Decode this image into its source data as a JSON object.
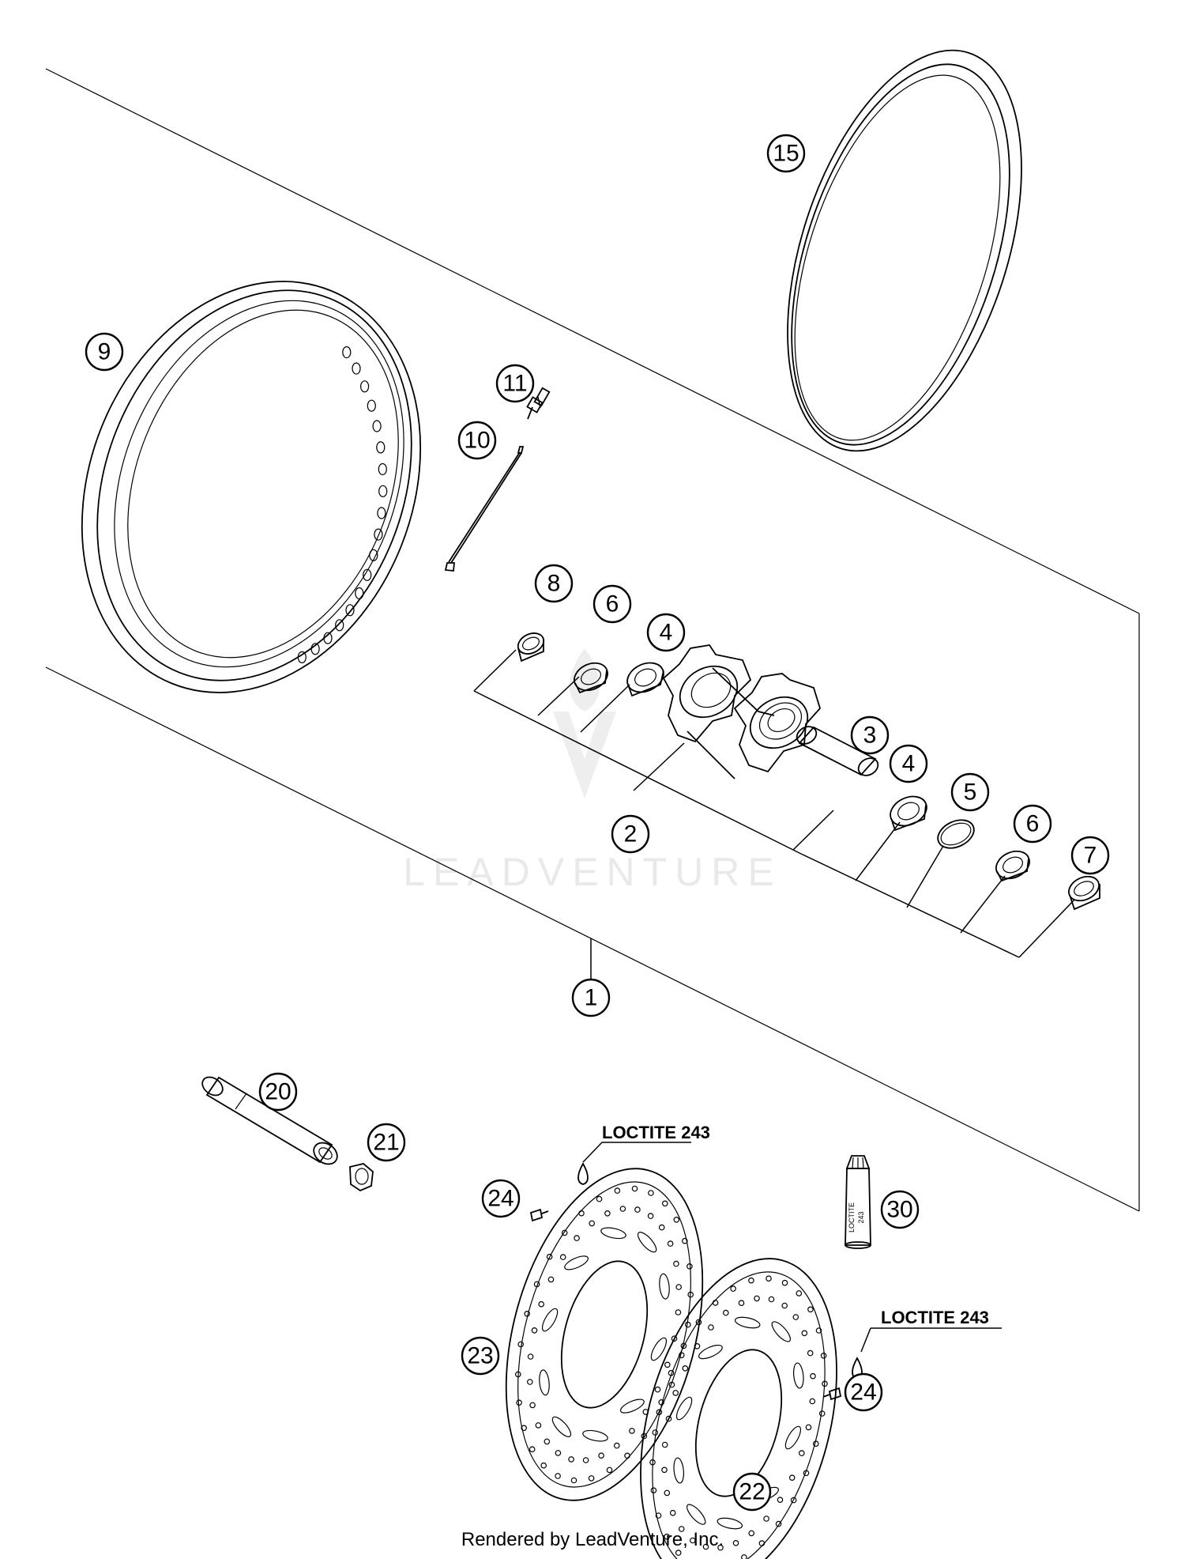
{
  "callouts": [
    {
      "id": "c1",
      "label": "1"
    },
    {
      "id": "c2",
      "label": "2"
    },
    {
      "id": "c3",
      "label": "3"
    },
    {
      "id": "c4a",
      "label": "4"
    },
    {
      "id": "c4b",
      "label": "4"
    },
    {
      "id": "c5",
      "label": "5"
    },
    {
      "id": "c6a",
      "label": "6"
    },
    {
      "id": "c6b",
      "label": "6"
    },
    {
      "id": "c7",
      "label": "7"
    },
    {
      "id": "c8",
      "label": "8"
    },
    {
      "id": "c9",
      "label": "9"
    },
    {
      "id": "c10",
      "label": "10"
    },
    {
      "id": "c11",
      "label": "11"
    },
    {
      "id": "c15",
      "label": "15"
    },
    {
      "id": "c20",
      "label": "20"
    },
    {
      "id": "c21",
      "label": "21"
    },
    {
      "id": "c22",
      "label": "22"
    },
    {
      "id": "c23",
      "label": "23"
    },
    {
      "id": "c24a",
      "label": "24"
    },
    {
      "id": "c24b",
      "label": "24"
    },
    {
      "id": "c30",
      "label": "30"
    }
  ],
  "notes": {
    "loctite_top": "LOCTITE 243",
    "loctite_right": "LOCTITE 243"
  },
  "bottle_label": {
    "line1": "LOCTITE",
    "line2": "243"
  },
  "watermark": "LEADVENTURE",
  "footer": "Rendered by LeadVenture, Inc."
}
